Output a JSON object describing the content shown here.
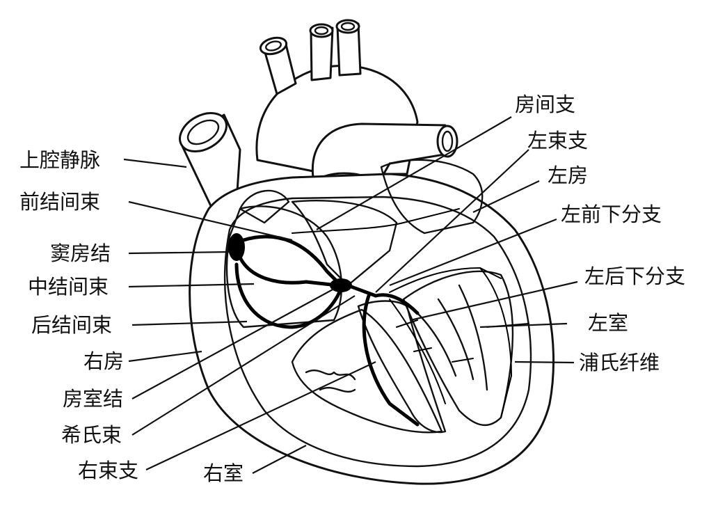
{
  "labels": {
    "superior_vena_cava": "上腔静脉",
    "anterior_internodal_tract": "前结间束",
    "sinoatrial_node": "窦房结",
    "middle_internodal_tract": "中结间束",
    "posterior_internodal_tract": "后结间束",
    "right_atrium": "右房",
    "atrioventricular_node": "房室结",
    "bundle_of_his": "希氏束",
    "right_bundle_branch": "右束支",
    "right_ventricle": "右室",
    "interatrial_branch": "房间支",
    "left_bundle_branch": "左束支",
    "left_atrium": "左房",
    "left_anterior_fascicle": "左前下分支",
    "left_posterior_fascicle": "左后下分支",
    "left_ventricle": "左室",
    "purkinje_fibers": "浦氏纤维"
  },
  "colors": {
    "ink": "#111111",
    "background": "#ffffff"
  }
}
